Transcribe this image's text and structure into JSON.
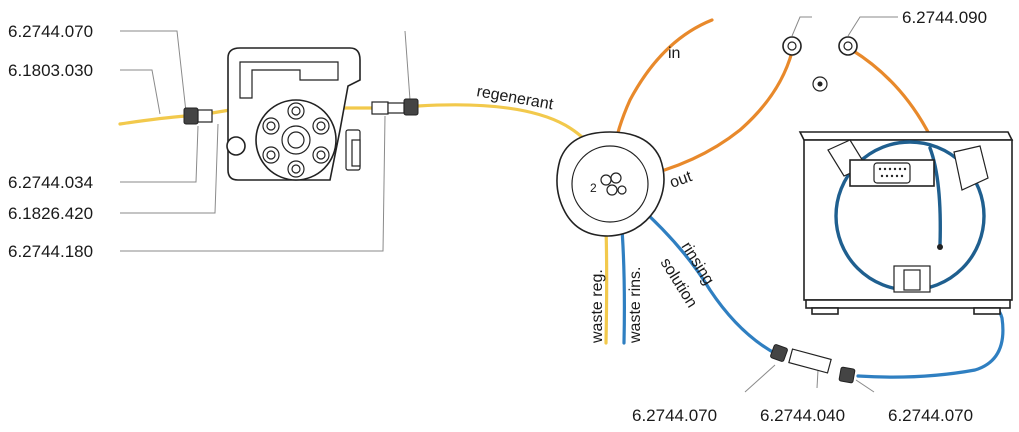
{
  "colors": {
    "yellow": "#f2c94c",
    "orange": "#e8892b",
    "blue": "#2f7fc1",
    "blue_dark": "#1f5f8f",
    "outline": "#222222"
  },
  "labels": {
    "pump_fitting_left": "6.2744.070",
    "pump_tubing": "6.1803.030",
    "pump_connector_1": "6.2744.034",
    "pump_connector_2": "6.1826.420",
    "pump_connector_3": "6.2744.180",
    "inlet_coupling": "6.2744.090",
    "bottom_left": "6.2744.070",
    "bottom_middle": "6.2744.040",
    "bottom_right": "6.2744.070"
  },
  "tubes": {
    "regenerant": "regenerant",
    "in": "in",
    "out": "out",
    "waste_reg": "waste reg.",
    "waste_rins": "waste rins.",
    "rinsing": "rinsing",
    "solution": "solution"
  },
  "valve_port_number": "2"
}
